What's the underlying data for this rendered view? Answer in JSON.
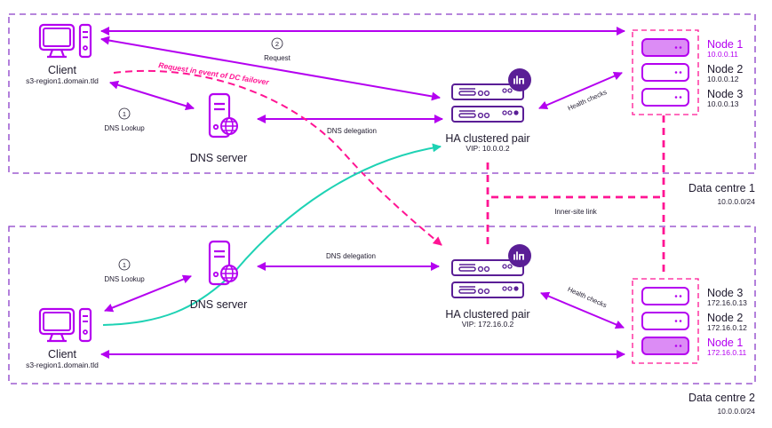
{
  "colors": {
    "primary": "#b400f0",
    "purple_dark": "#5a1e96",
    "dashed_box": "#8a3cc8",
    "failover": "#ff1493",
    "teal": "#1ed2b4",
    "node_fill_active": "#dc8cf5",
    "text": "#1f1a2e"
  },
  "data_centres": [
    {
      "name": "Data centre 1",
      "subnet": "10.0.0.0/24",
      "client": {
        "label": "Client",
        "hostname": "s3-region1.domain.tld"
      },
      "dns_server": {
        "label": "DNS server"
      },
      "dns_lookup": {
        "step": "1",
        "label": "DNS Lookup"
      },
      "request": {
        "step": "2",
        "label": "Request"
      },
      "dns_delegation": "DNS delegation",
      "ha_pair": {
        "label": "HA clustered pair",
        "vip": "VIP: 10.0.0.2"
      },
      "health_checks": "Health checks",
      "nodes": [
        {
          "name": "Node 1",
          "ip": "10.0.0.11",
          "active": true
        },
        {
          "name": "Node 2",
          "ip": "10.0.0.12",
          "active": false
        },
        {
          "name": "Node 3",
          "ip": "10.0.0.13",
          "active": false
        }
      ]
    },
    {
      "name": "Data centre 2",
      "subnet": "10.0.0.0/24",
      "client": {
        "label": "Client",
        "hostname": "s3-region1.domain.tld"
      },
      "dns_server": {
        "label": "DNS server"
      },
      "dns_lookup": {
        "step": "1",
        "label": "DNS Lookup"
      },
      "dns_delegation": "DNS delegation",
      "ha_pair": {
        "label": "HA clustered pair",
        "vip": "VIP: 172.16.0.2"
      },
      "health_checks": "Health checks",
      "nodes": [
        {
          "name": "Node 3",
          "ip": "172.16.0.13",
          "active": false
        },
        {
          "name": "Node 2",
          "ip": "172.16.0.12",
          "active": false
        },
        {
          "name": "Node 1",
          "ip": "172.16.0.11",
          "active": true
        }
      ]
    }
  ],
  "failover_label": "Request in event of DC failover",
  "inner_site_link": "Inner-site link"
}
